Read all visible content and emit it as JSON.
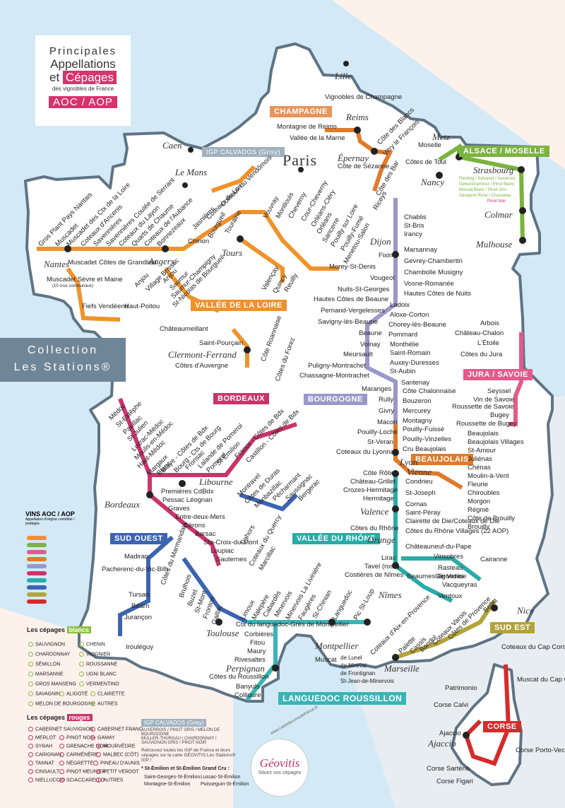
{
  "title": {
    "line1": "Principales",
    "line2": "Appellations",
    "line3a": "et",
    "line3b": "Cépages",
    "line4": "des vignobles de France",
    "line5a": "AOC",
    "line5b": "/",
    "line5c": "AOP"
  },
  "collection": {
    "line1": "Collection",
    "line2": "Les Stations®"
  },
  "colors": {
    "sea": "#d3e9f6",
    "land": "#ffffff",
    "border": "#5f7384",
    "loire": "#f0922b",
    "champagne": "#e07a2a",
    "alsace": "#7bb33f",
    "bourgogne": "#9b97c9",
    "beaujolais": "#e07a2a",
    "jura": "#e25b8a",
    "rhone": "#2aaba8",
    "sudouest": "#3c64b0",
    "bordeaux": "#c9356a",
    "languedoc": "#3bb4b6",
    "sudest": "#b3a33a",
    "corse": "#d62b2b"
  },
  "regions": [
    {
      "id": "champagne",
      "label": "CHAMPAGNE",
      "color": "#e8935a"
    },
    {
      "id": "alsace",
      "label": "ALSACE / MOSELLE",
      "color": "#7bb33f"
    },
    {
      "id": "loire",
      "label": "VALLÉE DE LA LOIRE",
      "color": "#f0922b"
    },
    {
      "id": "bordeaux",
      "label": "BORDEAUX",
      "color": "#c9356a"
    },
    {
      "id": "bourgogne",
      "label": "BOURGOGNE",
      "color": "#9b97c9"
    },
    {
      "id": "jura",
      "label": "JURA / SAVOIE",
      "color": "#e25b8a"
    },
    {
      "id": "beaujolais",
      "label": "BEAUJOLAIS",
      "color": "#e07a2a"
    },
    {
      "id": "sudouest",
      "label": "SUD OUEST",
      "color": "#3c64b0"
    },
    {
      "id": "rhone",
      "label": "VALLÉE DU RHÔNE",
      "color": "#2aaba8"
    },
    {
      "id": "sudest",
      "label": "SUD EST",
      "color": "#b3a33a"
    },
    {
      "id": "corse",
      "label": "CORSE",
      "color": "#d62b2b"
    },
    {
      "id": "languedoc",
      "label": "LANGUEDOC ROUSSILLON",
      "color": "#3bb4b6"
    }
  ],
  "cities": [
    "Lille",
    "Reims",
    "Paris",
    "Caen",
    "Le Mans",
    "Metz",
    "Nancy",
    "Strasbourg",
    "Colmar",
    "Mulhouse",
    "Nantes",
    "Angers",
    "Tours",
    "Dijon",
    "Clermont-Ferrand",
    "Lyon",
    "Vienne",
    "Valence",
    "Orange",
    "Libourne",
    "Bordeaux",
    "Toulouse",
    "Nîmes",
    "Montpellier",
    "Marseille",
    "Nice",
    "Perpignan",
    "Ajaccio",
    "Épernay"
  ],
  "igp_calvados": "IGP CALVADOS (Grisy)",
  "stations": {
    "champagne": [
      "Vignobles de Champagne",
      "Montagne de Reims",
      "Vallée de la Marne",
      "Côte des Blancs",
      "Vitry le François",
      "Côte de Sézanne",
      "Côte des Bar",
      "Riceys"
    ],
    "alsace": [
      "Moselle",
      "Côtes de Toul",
      "Riesling / Sylvaner / Auxerrois",
      "Gewurztraminer / Pinot Blanc",
      "Muscat Blanc / Pinot Gris",
      "Savagnin Rose / Chasselas",
      "Pinot Noir"
    ],
    "loire": [
      "Gros Plant Pays Nantais",
      "Muscadet",
      "Muscadet des Ctx de la Loire",
      "Coteaux d'Ancenis",
      "Savennières",
      "Savennières Coulée de Serrant",
      "Coteaux du Layon",
      "Quarts de Chaume",
      "Coteaux de l'Aubance",
      "Bonnezeaux",
      "Jasnières",
      "Coteaux du Loir",
      "Coteaux du Vendômois",
      "Chinon",
      "Bourgueil",
      "Touraine",
      "Vouvray",
      "Montlouis",
      "Cheverny",
      "Cour-Cheverny",
      "Orléans-Cléry",
      "Orléans",
      "Sancerre",
      "Pouilly sur Loire",
      "Pouilly-Fumé",
      "Menetou-Salon",
      "Muscadet Côtes de Grandlieu",
      "Muscadet Sèvre et Maine",
      "(10 crus communaux)",
      "Anjou",
      "Village Brissac",
      "Anjou",
      "Saumur",
      "Saumur-Champigny",
      "St-Nicolas de Bourgueil",
      "Valençay",
      "Quincy",
      "Reuilly",
      "Fiefs Vendéens",
      "Haut-Poitou",
      "Châteaumeillant",
      "Saint-Pourçain",
      "Côte Roannaise",
      "Côtes d'Auvergne",
      "Côtes du Forez"
    ],
    "bourgogne": [
      "Chablis",
      "St-Bris",
      "Irancy",
      "Marsannay",
      "Fixin",
      "Gevrey-Chambertin",
      "Morey-St-Denis",
      "Chambolle Musigny",
      "Vougeot",
      "Vosne-Romanée",
      "Nuits-St-Georges",
      "Hautes Côtes de Nuits",
      "Hautes Côtes de Beaune",
      "Ladoix",
      "Aloxe-Corton",
      "Pernand-Vergelesses",
      "Chorey-lès-Beaune",
      "Savigny-lès-Beaune",
      "Beaune",
      "Pommard",
      "Volnay",
      "Monthélie",
      "Meursault",
      "Saint-Romain",
      "Auxey-Duresses",
      "Puligny-Montrachet",
      "St-Aubin",
      "Chassagne-Montrachet",
      "Santenay",
      "Maranges",
      "Côte Chalonnaise",
      "Rully",
      "Bouzeron",
      "Givry",
      "Mercurey",
      "Macon",
      "Montagny",
      "Pouilly-Loché",
      "Pouilly-Fuissé",
      "Pouilly-Vinzelles",
      "St-Veran"
    ],
    "beaujolais": [
      "Cru Beaujolais",
      "Beaujolais",
      "Beaujolais Villages",
      "St-Amour",
      "Juliénas",
      "Chénas",
      "Moulin-à-Vent",
      "Fleurie",
      "Chiroubles",
      "Morgon",
      "Régnié",
      "Côte de Brouilly",
      "Brouilly",
      "Coteaux du Lyonnais"
    ],
    "jura": [
      "Arbois",
      "Château-Chalon",
      "L'Étoile",
      "Côtes du Jura",
      "Seyssel",
      "Vin de Savoie",
      "Roussette de Savoie",
      "Bugey",
      "Roussette de Bugey"
    ],
    "rhone": [
      "Côte Rôtie",
      "Château-Grillet",
      "Condrieu",
      "Crozes-Hermitage",
      "St-Joseph",
      "Hermitage",
      "Cornas",
      "Saint-Péray",
      "Clairette de Die/Coteaux de Die",
      "Côtes du Rhône",
      "Côtes du Rhône Villages (22 AOP)",
      "Châteauneuf-du-Pape",
      "Vinsobres",
      "Cairanne",
      "Rasteau",
      "Gigondas",
      "Vacqueyras",
      "Beaumes de Venise",
      "Ventoux",
      "Lirac",
      "Tavel (rosé)",
      "Costières de Nîmes"
    ],
    "bordeaux": [
      "Médoc",
      "St-Estèphe",
      "Pauillac",
      "St-Julien",
      "Listrac-Médoc",
      "Moulis-en-Médoc",
      "Haut-Médoc",
      "Margaux",
      "Blaye - Côtes de Bdx",
      "Bourg - Cts de Bourg",
      "Blanc",
      "Fronsac",
      "Lalande de Pomerol",
      "Pomerol",
      "St-Émilion",
      "Francs - Côtes de Bdx",
      "Castillon - Côtes de Bdx",
      "Montravel",
      "Côtes de Duras",
      "Monbazillac",
      "Pécharmant",
      "Saussignac",
      "Bergerac",
      "Premières CdBdx",
      "Pessac Léognan",
      "Graves",
      "Entre-deux-Mers",
      "Cérons",
      "Barsac",
      "Ste-Croix-du-Mont",
      "Loupiac",
      "Sauternes"
    ],
    "sudouest": [
      "Madiran",
      "Pacherenc-du-Vic-Bilh",
      "Tursan",
      "Béarn",
      "Jurançon",
      "Irouléguy",
      "Côtes du Marmandais",
      "Brulhois",
      "Buzet",
      "St-Mont",
      "Fronton",
      "Gaillac",
      "Cahors",
      "Coteaux du Quercy",
      "Marcillac"
    ],
    "languedoc": [
      "Limoux",
      "Malepère",
      "Cabardès",
      "Minervois",
      "Minervois La Livinière",
      "Faugères",
      "St-Chinian",
      "Languedoc",
      "Pic St-Loup",
      "Ctx du languedoc-Grès de Montpellier",
      "Corbières",
      "Fitou",
      "Maury",
      "Rivesaltes",
      "Côtes du Roussillon",
      "Banyuls",
      "Collioure",
      "Muscat",
      "de Lunel",
      "de Mireval",
      "de Frontignan",
      "St-Jean-de-Minervois"
    ],
    "sudest": [
      "Coteaux d'Aix-en-Provence",
      "Palette",
      "Cassis",
      "Bandol",
      "Coteaux Varois",
      "Côtes de Provence",
      "Bellet"
    ],
    "corse": [
      "Coteaux du Cap Corse",
      "Muscat du Cap Corse",
      "Patrimonio",
      "Corse Calvi",
      "Ajaccio",
      "Corse Porto-Vecchio",
      "Corse Sartène",
      "Corse Figari"
    ]
  },
  "legend_vins": {
    "title": "VINS AOC / AOP",
    "subtitle": "Appellation d'origine contrôlée / protégée"
  },
  "legend_blancs": {
    "title": "Les cépages",
    "tag": "blancs",
    "items": [
      "SAUVIGNON",
      "CHENIN",
      "CHARDONNAY",
      "VIOGNIER",
      "SÉMILLON",
      "ROUSSANNE",
      "MARSANNE",
      "UGNI BLANC",
      "GROS MANSENG",
      "VERMENTINO",
      "SAVAGNIN",
      "ALIGOTÉ",
      "CLAIRETTE",
      "MELON DE BOURGOGNE",
      "AUTRES"
    ]
  },
  "legend_rouges": {
    "title": "Les cépages",
    "tag": "rouges",
    "items": [
      "CABERNET SAUVIGNON",
      "CABERNET FRANC",
      "MERLOT",
      "PINOT NOIR",
      "GAMAY",
      "SYRAH",
      "GRENACHE NOIR",
      "MOURVÈDRE",
      "CARIGNAN",
      "CARMÉNÈRE",
      "MALBEC (CÔT)",
      "TANNAT",
      "NÉGRETTE",
      "PINEAU D'AUNIS",
      "CINSAULT",
      "PINOT MEUNIER",
      "PETIT VERDOT",
      "NIELLUCCIO",
      "SCIACCARELLO",
      "AUTRES"
    ]
  },
  "igp_box": {
    "tag": "IGP CALVADOS (Grisy)",
    "grapes1": "AUXERROIS / PINOT GRIS / MELON DE BOURGOGNE",
    "grapes2": "MÜLLER-THURGAU / CHARDONNAY / SAUVIGNON GRIS / PINOT NOIR",
    "text": "Retrouvez toutes les IGP de France et leurs cépages sur la carte GÉOVITIS Les Stations® IGP !"
  },
  "st_emilion_note": {
    "title": "* St-Émilion et St-Émilion Grand Cru :",
    "items": [
      "Saint-Georges-St-Émilion",
      "Lussac-St-Émilion",
      "Montagne-St-Émilion",
      "Puisseguin-St-Émilion"
    ]
  },
  "logo": {
    "name": "Géovitis",
    "tagline": "Situez vos cépages",
    "url": "www.cartedesvinsdefrance.fr"
  }
}
